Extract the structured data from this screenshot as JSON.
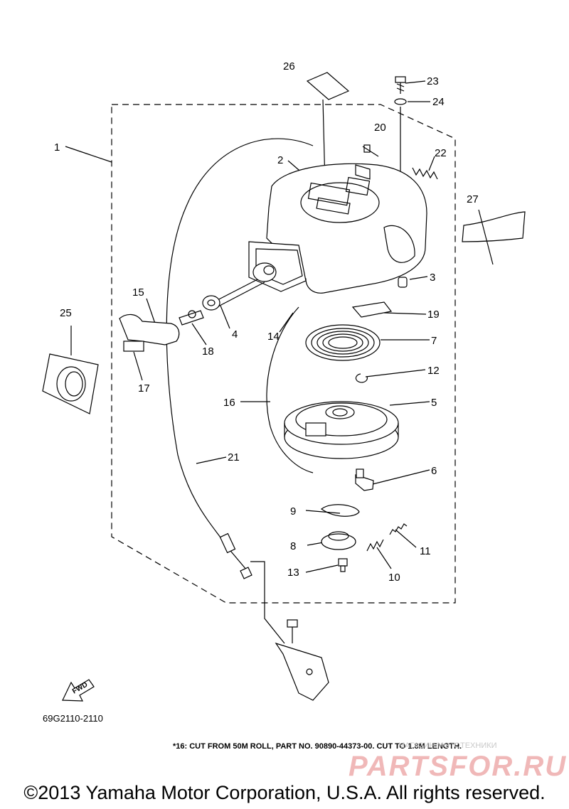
{
  "diagram": {
    "part_labels": [
      "1",
      "2",
      "3",
      "4",
      "5",
      "6",
      "7",
      "8",
      "9",
      "10",
      "11",
      "12",
      "13",
      "14",
      "15",
      "16",
      "17",
      "18",
      "19",
      "20",
      "21",
      "22",
      "23",
      "24",
      "25",
      "26",
      "27"
    ],
    "fwd_label": "FWD",
    "diagram_id": "69G2110-2110",
    "footnote": "*16: CUT FROM 50M ROLL, PART NO. 90890-44373-00. CUT TO 1.8M LENGTH.",
    "watermark_small": "МАГАЗИН МОТОТЕХНИКИ",
    "watermark_large": "PARTSFOR.RU",
    "copyright": "©2013 Yamaha Motor Corporation, U.S.A. All rights reserved."
  }
}
